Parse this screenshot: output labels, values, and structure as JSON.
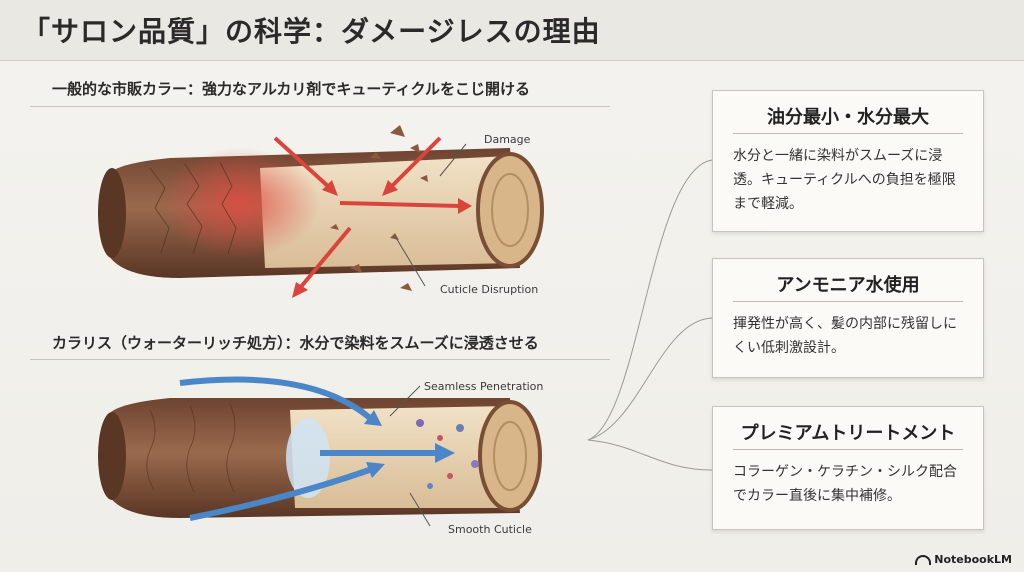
{
  "title": "「サロン品質」の科学：ダメージレスの理由",
  "section1": {
    "heading": "一般的な市販カラー：強力なアルカリ剤でキューティクルをこじ開ける",
    "label_damage": "Damage",
    "label_disruption": "Cuticle Disruption"
  },
  "section2": {
    "heading": "カラリス（ウォーターリッチ処方）：水分で染料をスムーズに浸透させる",
    "label_penetration": "Seamless Penetration",
    "label_smooth": "Smooth Cuticle"
  },
  "cards": [
    {
      "title": "油分最小・水分最大",
      "body": "水分と一緒に染料がスムーズに浸透。キューティクルへの負担を極限まで軽減。"
    },
    {
      "title": "アンモニア水使用",
      "body": "揮発性が高く、髪の内部に残留しにくい低刺激設計。"
    },
    {
      "title": "プレミアムトリートメント",
      "body": "コラーゲン・ケラチン・シルク配合でカラー直後に集中補修。"
    }
  ],
  "logo": "NotebookLM",
  "colors": {
    "hair_brown": "#8a5a3e",
    "inner": "#e8d2b2",
    "damage_red": "#d9453c",
    "water_blue": "#4a86c8"
  }
}
